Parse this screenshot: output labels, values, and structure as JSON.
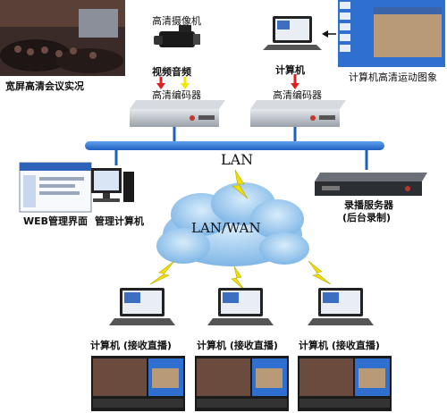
{
  "labels": {
    "conference": "宽屏高清会议实况",
    "hd_camera": "高清摄像机",
    "video_audio": "视频音频",
    "hd_encoder_1": "高清编码器",
    "computer_top": "计算机",
    "hd_encoder_2": "高清编码器",
    "hd_motion_image": "计算机高清运动图象",
    "lan": "LAN",
    "lan_wan": "LAN/WAN",
    "web_ui": "WEB管理界面",
    "admin_pc": "管理计算机",
    "record_server_line1": "录播服务器",
    "record_server_line2": "(后台录制)",
    "client_1": "计算机 (接收直播)",
    "client_2": "计算机 (接收直播)",
    "client_3": "计算机 (接收直播)"
  },
  "colors": {
    "lan_bar": "#2f78d8",
    "cloud": "#8fc3ef",
    "lightning": "#f2e100",
    "arrow_video": "#e02020",
    "arrow_audio": "#f5e600",
    "encoder_body": "#c9cdd3"
  }
}
